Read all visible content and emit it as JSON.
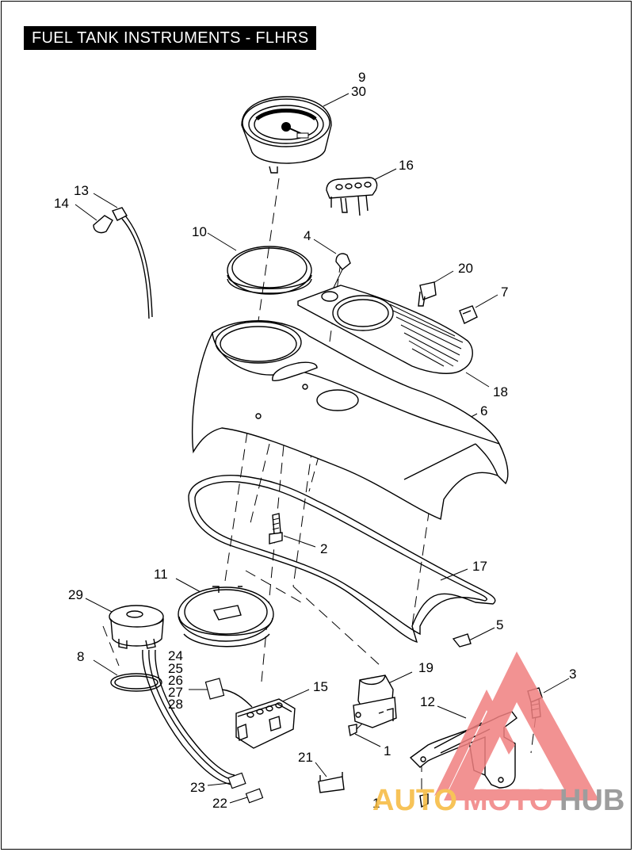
{
  "title": "FUEL TANK INSTRUMENTS - FLHRS",
  "callouts": {
    "c9": "9",
    "c30": "30",
    "c16": "16",
    "c13": "13",
    "c14": "14",
    "c10": "10",
    "c4": "4",
    "c20": "20",
    "c7": "7",
    "c18": "18",
    "c6": "6",
    "c2": "2",
    "c17": "17",
    "c11": "11",
    "c29": "29",
    "c5": "5",
    "c8": "8",
    "c24": "24",
    "c25": "25",
    "c26": "26",
    "c27": "27",
    "c28": "28",
    "c15": "15",
    "c19": "19",
    "c3": "3",
    "c12": "12",
    "c1a": "1",
    "c21": "21",
    "c23": "23",
    "c22": "22",
    "c1b": "1"
  },
  "watermark": {
    "text_a": "AUTO",
    "text_b": "MOTO",
    "text_c": "HUB",
    "color_a": "#f6b93b",
    "color_b": "#f08080",
    "color_c": "#8c8c8c",
    "triangle_color": "#f08080"
  }
}
